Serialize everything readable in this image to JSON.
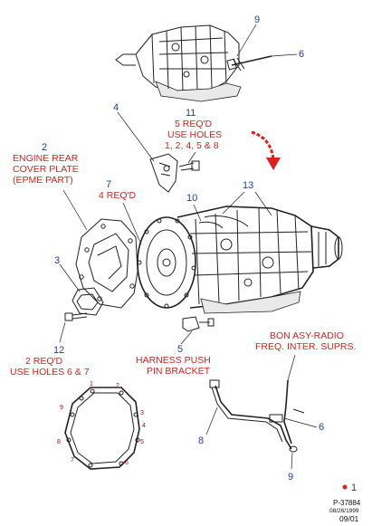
{
  "callouts": {
    "c9_top": "9",
    "c6_top": "6",
    "c4": "4",
    "c11": {
      "num": "11",
      "line1": "5 REQ'D",
      "line2": "USE HOLES",
      "line3": "1,  2, 4, 5 & 8"
    },
    "c2": {
      "num": "2",
      "line1": "ENGINE REAR",
      "line2": "COVER PLATE",
      "line3": "(EPME PART)"
    },
    "c7": {
      "num": "7",
      "line1": "4 REQ'D"
    },
    "c10": "10",
    "c13": "13",
    "c3": "3",
    "c12": {
      "num": "12",
      "line1": "2 REQ'D",
      "line2": "USE HOLES 6 & 7"
    },
    "c5": {
      "num": "5",
      "line1": "HARNESS PUSH",
      "line2": "PIN BRACKET"
    },
    "bon": {
      "line1": "BON ASY-RADIO",
      "line2": "FREQ. INTER. SUPRS."
    },
    "c8": "8",
    "c6_bottom": "6",
    "c9_bottom": "9",
    "c1": "1"
  },
  "hole_numbers": [
    "1",
    "2",
    "3",
    "4",
    "5",
    "6",
    "7",
    "8",
    "9"
  ],
  "footer": {
    "ref": "P-37884",
    "date": "08/26/1999",
    "rev": "09/01"
  },
  "colors": {
    "callout_number": "#1f3fa0",
    "annotation_text": "#d8231f",
    "arrow": "#d8231f"
  }
}
